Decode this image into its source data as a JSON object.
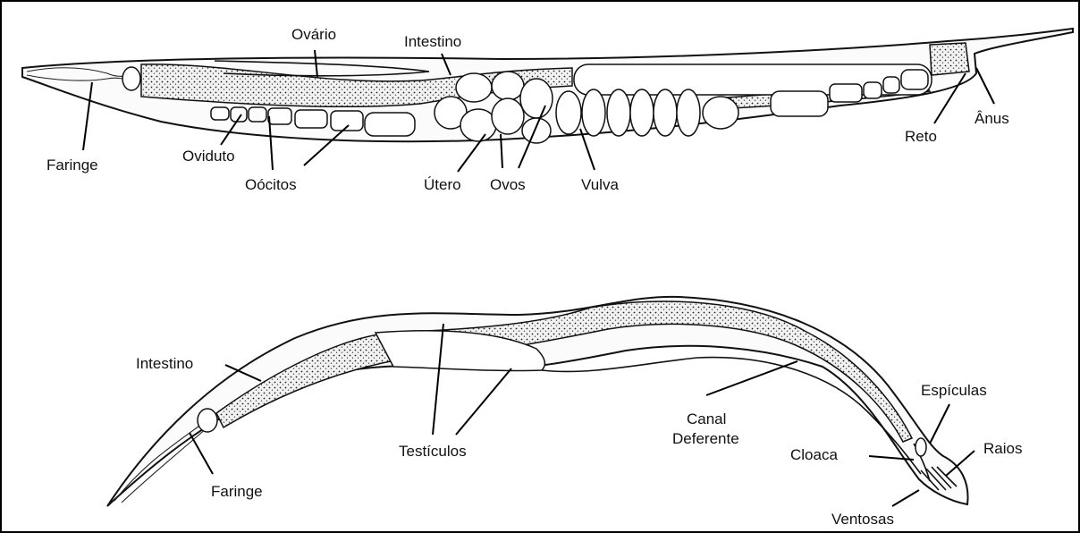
{
  "female": {
    "labels": {
      "ovario": "Ovário",
      "intestino": "Intestino",
      "faringe": "Faringe",
      "oviduto": "Oviduto",
      "oocitos": "Oócitos",
      "utero": "Útero",
      "ovos": "Ovos",
      "vulva": "Vulva",
      "reto": "Reto",
      "anus": "Ânus"
    }
  },
  "male": {
    "labels": {
      "intestino": "Intestino",
      "faringe": "Faringe",
      "testiculos": "Testículos",
      "canal_line1": "Canal",
      "canal_line2": "Deferente",
      "cloaca": "Cloaca",
      "espiculas": "Espículas",
      "raios": "Raios",
      "ventosas": "Ventosas"
    }
  }
}
